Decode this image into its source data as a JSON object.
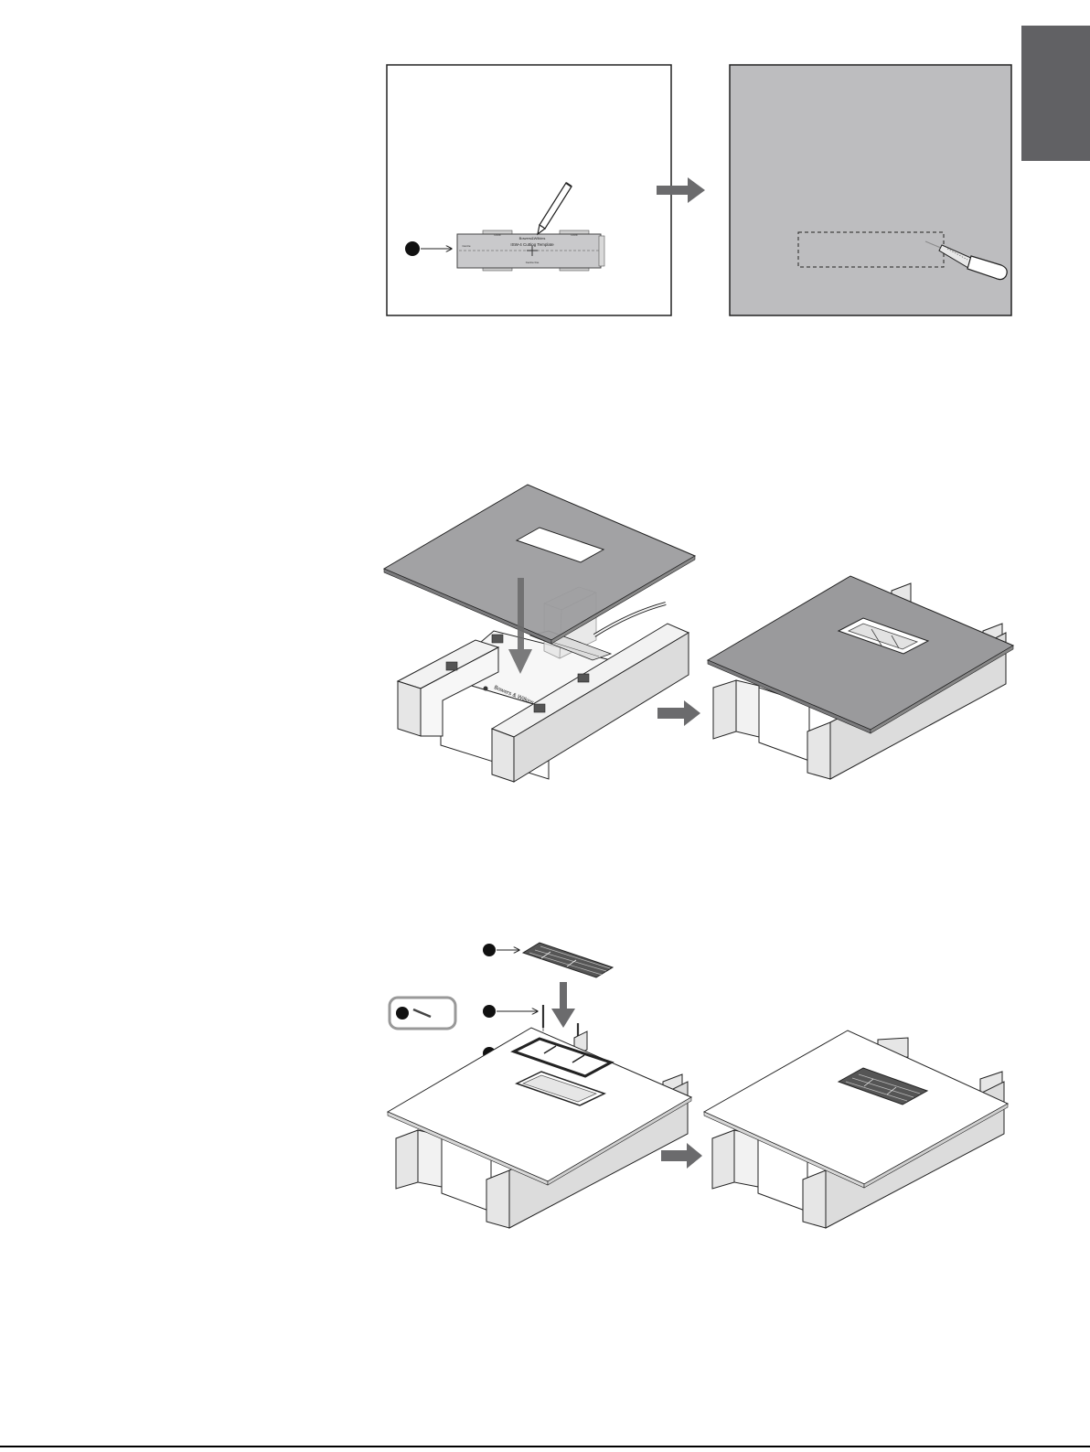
{
  "colors": {
    "tab": "#616164",
    "ceiling_gray": "#bdbdbf",
    "panel_gray": "#9a9a9c",
    "joist_gray": "#e6e6e6",
    "arrow_gray": "#6b6b6d",
    "callout_dot": "#111111",
    "outline": "#222222"
  },
  "step1": {
    "template_brand": "Bowers&Wilkins",
    "template_title": "ISW-4 Cutting Template",
    "template_small_left": "Centre",
    "template_small_top_a": "Front",
    "template_small_top_b": "Front",
    "template_small_bottom": "Centre line",
    "icons": [
      "callout-dot-icon",
      "pencil-icon",
      "right-arrow-icon",
      "knife-icon"
    ]
  },
  "step2": {
    "box_label": "Bowers & Wilkins",
    "icons": [
      "down-arrow-icon",
      "right-arrow-icon"
    ]
  },
  "step3": {
    "icons": [
      "callout-dot-icon",
      "screw-icon",
      "grille-icon",
      "down-arrow-icon",
      "right-arrow-icon"
    ]
  }
}
